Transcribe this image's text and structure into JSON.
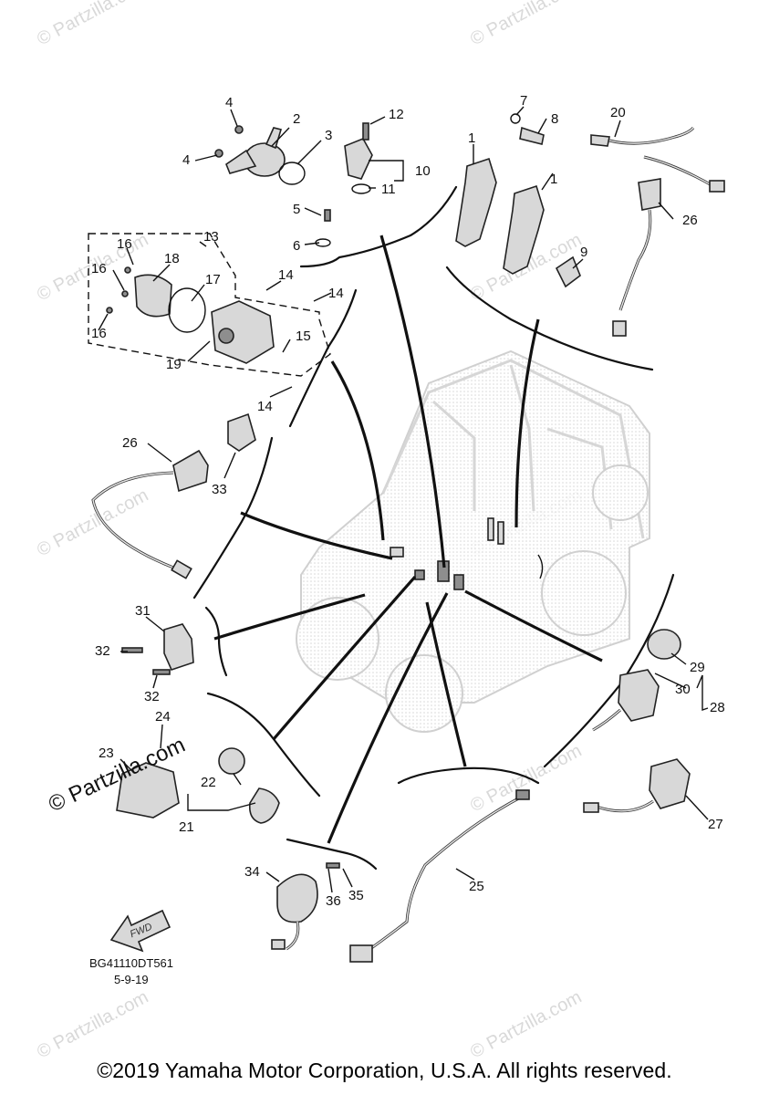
{
  "watermark": "© Partzilla.com",
  "partzilla_mark": "© Partzilla.com",
  "callouts": [
    "1",
    "1",
    "2",
    "3",
    "4",
    "4",
    "5",
    "6",
    "7",
    "8",
    "9",
    "10",
    "11",
    "12",
    "13",
    "14",
    "14",
    "14",
    "15",
    "16",
    "16",
    "16",
    "17",
    "18",
    "19",
    "20",
    "21",
    "22",
    "23",
    "24",
    "25",
    "26",
    "26",
    "27",
    "28",
    "29",
    "30",
    "31",
    "32",
    "32",
    "33",
    "34",
    "35",
    "36"
  ],
  "fwd_label": "FWD",
  "diagram_code": "BG41110DT561",
  "diagram_date": "5-9-19",
  "copyright": "©2019 Yamaha Motor Corporation, U.S.A. All rights reserved."
}
